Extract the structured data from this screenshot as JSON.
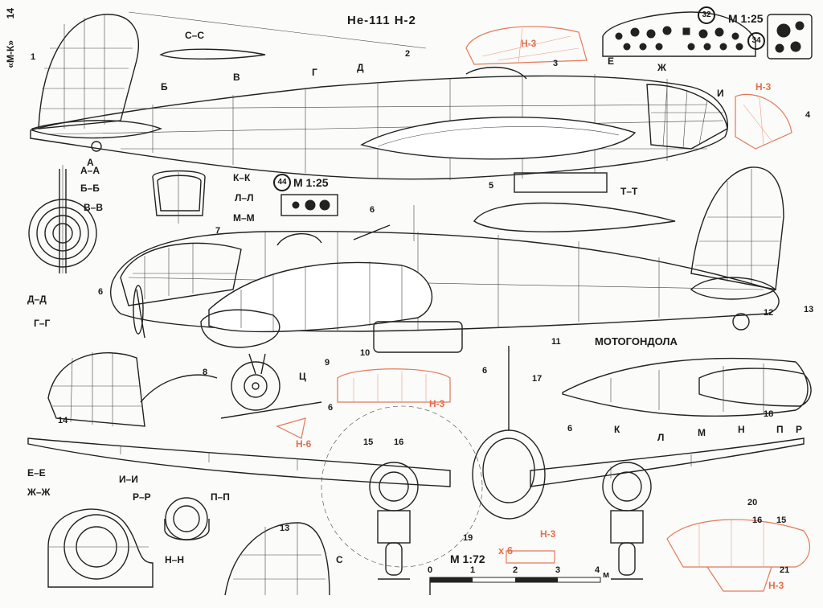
{
  "title": "He-111 H-2",
  "page_number": "14",
  "side_caption": "«М-К»",
  "scales": {
    "main": "М 1:25",
    "inset_44": "М 1:25",
    "front_view": "М 1:72"
  },
  "circled_refs": [
    "32",
    "34",
    "44"
  ],
  "callout_numbers": [
    "1",
    "2",
    "3",
    "4",
    "5",
    "6",
    "6",
    "6",
    "6",
    "6",
    "7",
    "8",
    "9",
    "10",
    "11",
    "12",
    "13",
    "13",
    "14",
    "15",
    "15",
    "16",
    "16",
    "17",
    "18",
    "19",
    "20",
    "21"
  ],
  "variant_tags": [
    "Н-3",
    "Н-3",
    "Н-3",
    "Н-3",
    "Н-3",
    "Н-6"
  ],
  "handwritten_note": "х 6",
  "section_labels": {
    "cc": "С–С",
    "tt": "Т–Т",
    "aa": "А–А",
    "bb": "Б–Б",
    "vv": "В–В",
    "dd": "Д–Д",
    "gg": "Г–Г",
    "kk": "К–К",
    "ll": "Л–Л",
    "mm": "М–М",
    "ee": "Е–Е",
    "zhzh": "Ж–Ж",
    "ii": "И–И",
    "rr": "Р–Р",
    "pp": "П–П",
    "nn": "Н–Н"
  },
  "station_letters": {
    "fuselage": [
      "Б",
      "В",
      "Г",
      "Д",
      "Е",
      "Ж",
      "И",
      "А",
      "Ц"
    ],
    "nacelle": [
      "К",
      "Л",
      "М",
      "Н",
      "П",
      "Р"
    ]
  },
  "nacelle_label": "МОТОГОНДОЛА",
  "front_view_marker": "С",
  "scale_bar": {
    "ticks": [
      "0",
      "1",
      "2",
      "3",
      "4"
    ],
    "unit": "м"
  },
  "colors": {
    "ink": "#222222",
    "variant_red": "#e27a58"
  }
}
